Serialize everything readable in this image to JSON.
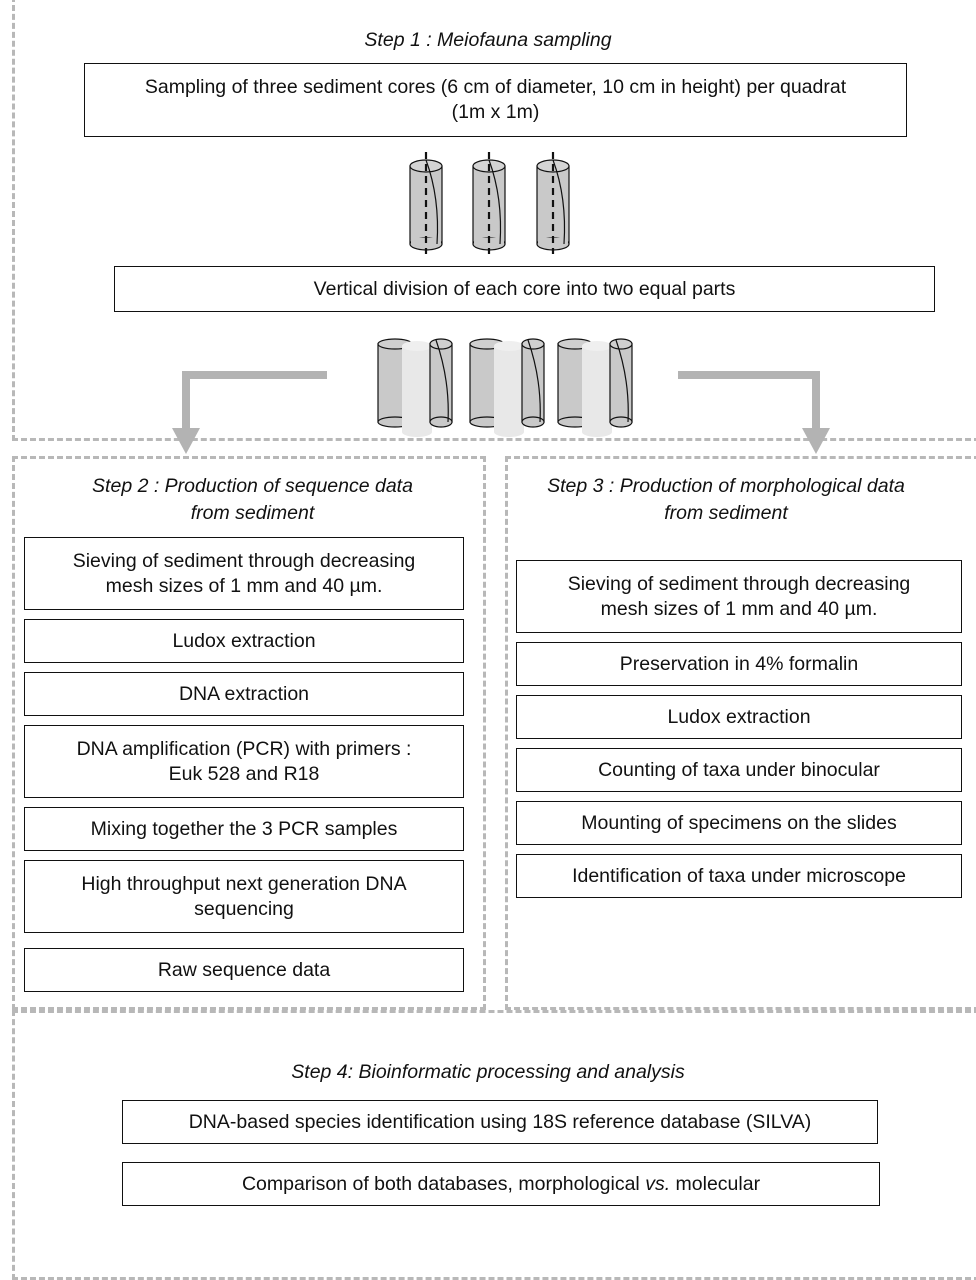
{
  "step1": {
    "title": "Step 1 : Meiofauna sampling",
    "sampling_line1": "Sampling of three sediment cores (6 cm of diameter, 10 cm in height) per quadrat",
    "sampling_line2": "(1m x 1m)",
    "division": "Vertical division of each core into two equal parts"
  },
  "step2": {
    "title_line1": "Step 2 : Production of sequence data",
    "title_line2": "from sediment",
    "steps": [
      {
        "line1": "Sieving of sediment through decreasing",
        "line2": "mesh sizes of 1 mm and 40 µm."
      },
      {
        "line1": "Ludox extraction"
      },
      {
        "line1": "DNA extraction"
      },
      {
        "line1": "DNA amplification (PCR) with primers :",
        "line2": "Euk 528 and R18"
      },
      {
        "line1": "Mixing together the 3 PCR samples"
      },
      {
        "line1": "High throughput next generation DNA",
        "line2": "sequencing"
      },
      {
        "line1": "Raw sequence data"
      }
    ]
  },
  "step3": {
    "title_line1": "Step 3 : Production of morphological  data",
    "title_line2": "from sediment",
    "steps": [
      {
        "line1": "Sieving of sediment through decreasing",
        "line2": "mesh sizes of 1 mm and 40 µm."
      },
      {
        "line1": "Preservation in 4% formalin"
      },
      {
        "line1": "Ludox extraction"
      },
      {
        "line1": "Counting of taxa under binocular"
      },
      {
        "line1": "Mounting of specimens on the slides"
      },
      {
        "line1": "Identification of taxa under microscope"
      }
    ]
  },
  "step4": {
    "title": "Step 4: Bioinformatic processing and analysis",
    "identification": "DNA-based species identification using 18S reference database (SILVA)",
    "comparison_before": "Comparison of both databases, morphological ",
    "comparison_vs": "vs.",
    "comparison_after": " molecular"
  }
}
